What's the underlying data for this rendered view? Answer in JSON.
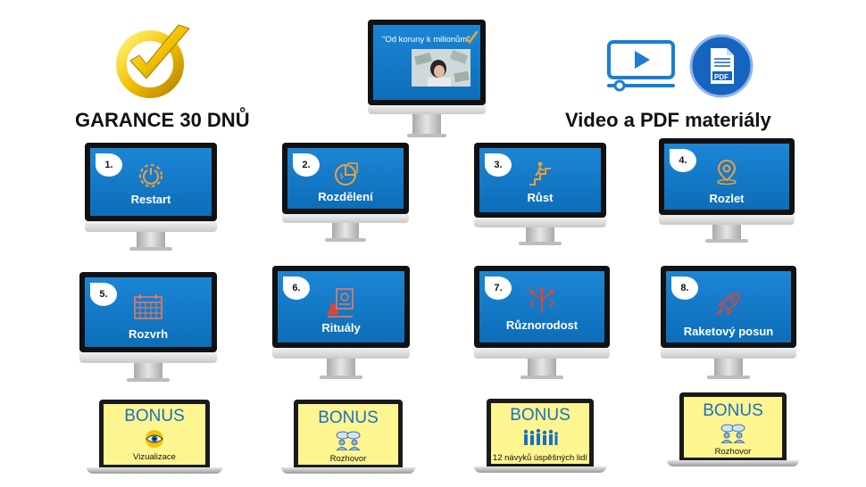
{
  "headings": {
    "guarantee": "GARANCE 30 DNŮ",
    "materials": "Video a PDF materiály"
  },
  "hero": {
    "quote": "\"Od koruny k milionům\""
  },
  "pdf_icon_text": "PDF",
  "modules": [
    {
      "number": "1.",
      "label": "Restart",
      "icon": "power-timer-icon"
    },
    {
      "number": "2.",
      "label": "Rozdělení",
      "icon": "pie-chart-coin-icon"
    },
    {
      "number": "3.",
      "label": "Růst",
      "icon": "person-climbing-stairs-icon"
    },
    {
      "number": "4.",
      "label": "Rozlet",
      "icon": "map-pin-icon"
    },
    {
      "number": "5.",
      "label": "Rozvrh",
      "icon": "calendar-grid-icon"
    },
    {
      "number": "6.",
      "label": "Rituály",
      "icon": "certificate-stamp-icon"
    },
    {
      "number": "7.",
      "label": "Různorodost",
      "icon": "branching-arrows-icon"
    },
    {
      "number": "8.",
      "label": "Raketový posun",
      "icon": "rocket-icon"
    }
  ],
  "bonuses": [
    {
      "title": "BONUS",
      "caption": "Vizualizace",
      "icon": "eye-icon"
    },
    {
      "title": "BONUS",
      "caption": "Rozhovor",
      "icon": "conversation-people-icon"
    },
    {
      "title": "BONUS",
      "caption": "12 návyků úspěšných lidí",
      "icon": "crowd-figures-icon"
    },
    {
      "title": "BONUS",
      "caption": "Rozhovor",
      "icon": "conversation-people-icon"
    }
  ],
  "colors": {
    "screen_blue": "#0f76c6",
    "icon_orange": "#f0a03a",
    "bonus_yellow": "#fdf58f",
    "bonus_blue": "#1a6fc4",
    "gold": "#f2c200"
  }
}
